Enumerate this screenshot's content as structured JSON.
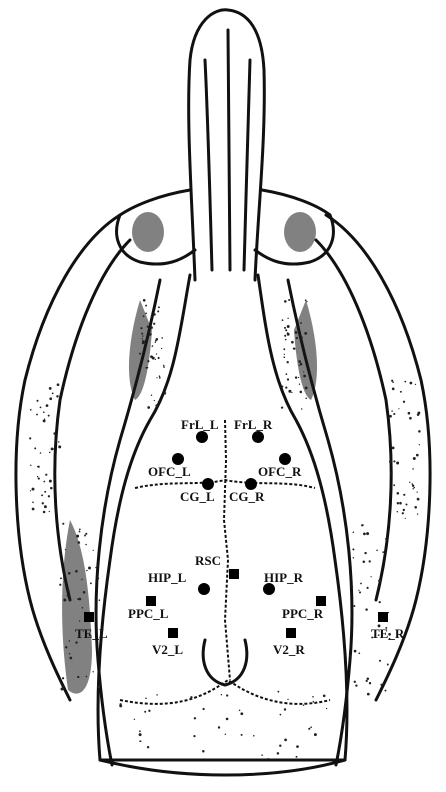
{
  "electrodes": {
    "circles": [
      {
        "label": "FrL_L"
      },
      {
        "label": "FrL_R"
      },
      {
        "label": "OFC_L"
      },
      {
        "label": "OFC_R"
      },
      {
        "label": "CG_L"
      },
      {
        "label": "CG_R"
      },
      {
        "label": "HIP_L"
      },
      {
        "label": "HIP_R"
      }
    ],
    "squares": [
      {
        "label": "RSC"
      },
      {
        "label": "PPC_L"
      },
      {
        "label": "PPC_R"
      },
      {
        "label": "TE_L"
      },
      {
        "label": "TE_R"
      },
      {
        "label": "V2_L"
      },
      {
        "label": "V2_R"
      }
    ]
  },
  "colors": {
    "ink": "#000000",
    "background": "#ffffff"
  }
}
